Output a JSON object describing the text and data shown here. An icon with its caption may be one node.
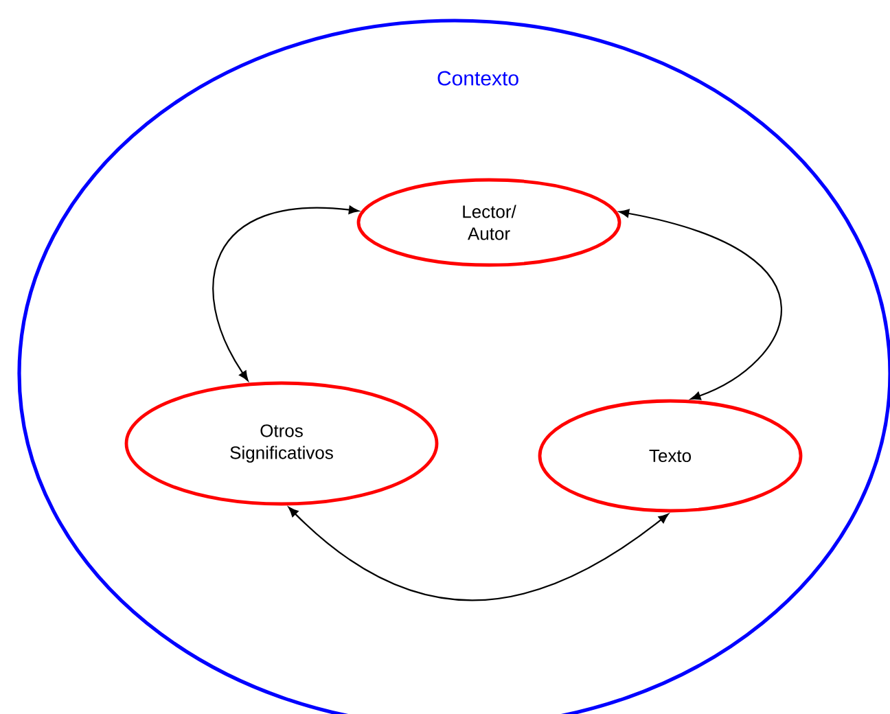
{
  "diagram": {
    "nodes": [
      {
        "text": [
          "Contexto"
        ]
      },
      {
        "text": [
          "Lector/ Autor"
        ],
        "in": 0
      },
      {
        "text": [
          "Otros Significativos"
        ],
        "in": 0
      },
      {
        "text": [
          "Texto"
        ],
        "in": 0
      }
    ],
    "edges": [
      {
        "from": 1,
        "to": 2,
        "arrow": "both"
      },
      {
        "from": 1,
        "to": 3,
        "arrow": "both"
      },
      {
        "from": 2,
        "to": 3,
        "arrow": "both"
      }
    ]
  }
}
